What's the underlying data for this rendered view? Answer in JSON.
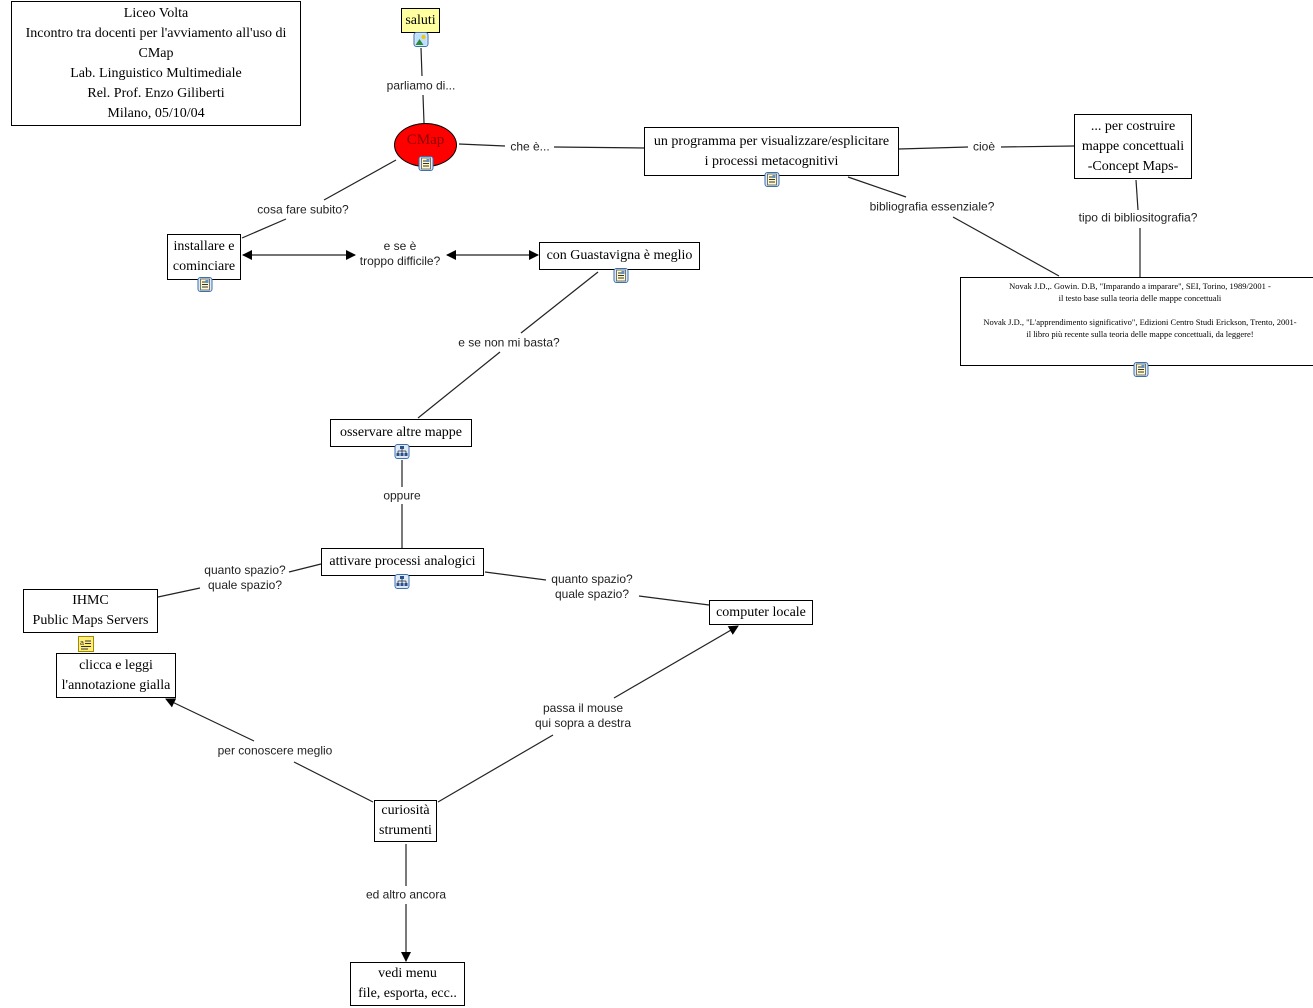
{
  "map": {
    "header_box": {
      "lines": "Liceo Volta\nIncontro tra docenti per l'avviamento all'uso di\nCMap\nLab. Linguistico Multimediale\nRel. Prof. Enzo Giliberti\nMilano, 05/10/04"
    },
    "concepts": {
      "saluti": "saluti",
      "cmap": "CMap",
      "programma": "un programma per visualizzare/esplicitare\ni processi metacognitivi",
      "costruire": "... per costruire\nmappe concettuali\n-Concept Maps-",
      "bibliografia": "Novak J.D.,. Gowin. D.B, \"Imparando a imparare\", SEI, Torino, 1989/2001 -\nil testo base sulla teoria delle mappe concettuali\n\nNovak J.D., \"L'apprendimento significativo\", Edizioni Centro Studi Erickson, Trento, 2001-\nil libro più recente sulla teoria delle mappe concettuali, da leggere!",
      "installare": "installare e\ncominciare",
      "guastavigna": "con Guastavigna è meglio",
      "osservare": "osservare altre mappe",
      "attivare": "attivare processi analogici",
      "ihmc": "IHMC\nPublic Maps Servers",
      "clicca": "clicca e leggi\nl'annotazione gialla",
      "computer": "computer locale",
      "curiosita": "curiosità\nstrumenti",
      "vedi_menu": "vedi menu\nfile, esporta, ecc.."
    },
    "linking_phrases": {
      "parliamo": "parliamo di...",
      "che_e": "che è...",
      "cioe": "cioè",
      "biblio_essenziale": "bibliografia essenziale?",
      "tipo_biblio": "tipo di bibliositografia?",
      "cosa_fare": "cosa fare subito?",
      "se_difficile": "e se è\ntroppo difficile?",
      "non_basta": "e se non mi basta?",
      "oppure": "oppure",
      "spazio_left": "quanto spazio?\nquale spazio?",
      "spazio_right": "quanto spazio?\nquale spazio?",
      "conoscere": "per conoscere meglio",
      "passa_mouse": "passa il mouse\nqui sopra a destra",
      "altro_ancora": "ed altro ancora"
    },
    "resource_icons": {
      "saluti": "image-resource-icon",
      "cmap": "document-resource-icon",
      "programma": "document-resource-icon",
      "bibliografia": "document-resource-icon",
      "installare": "document-resource-icon",
      "guastavigna": "document-resource-icon",
      "osservare": "concept-map-resource-icon",
      "attivare": "concept-map-resource-icon",
      "ihmc": "annotation-note-icon"
    },
    "colors": {
      "cmap_fill": "#ff0000",
      "saluti_fill": "#ffff9f",
      "link_line": "#222222"
    }
  }
}
